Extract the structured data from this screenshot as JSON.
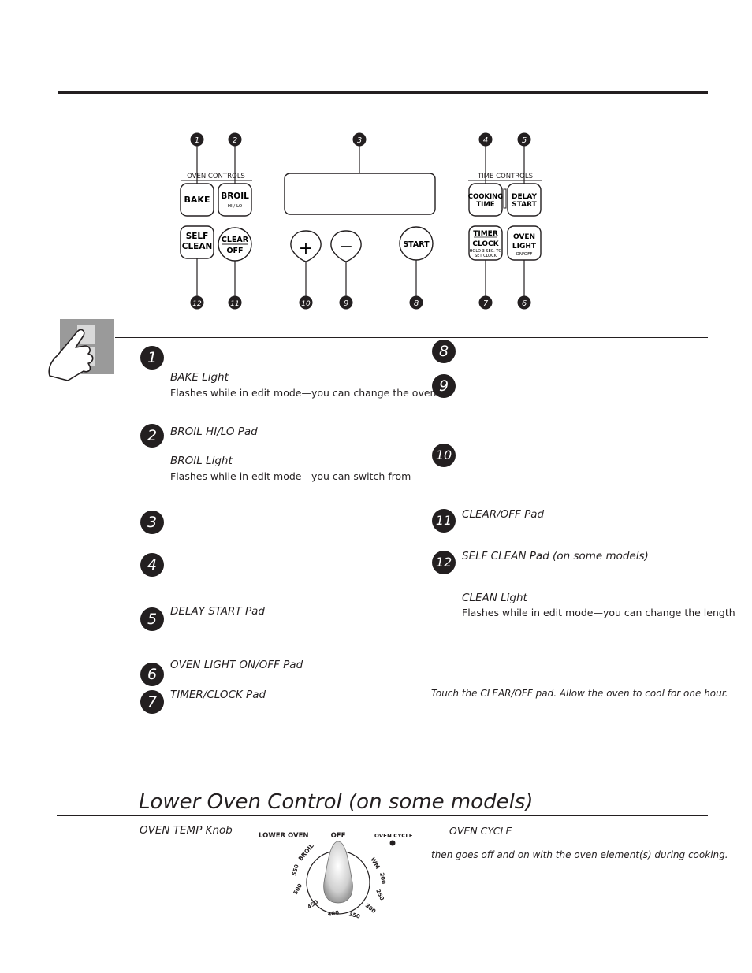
{
  "control_panel": {
    "callouts_top": [
      "1",
      "2",
      "3",
      "4",
      "5"
    ],
    "callouts_bottom": [
      "12",
      "11",
      "10",
      "9",
      "8",
      "7",
      "6"
    ],
    "oven_controls_label": "OVEN CONTROLS",
    "time_controls_label": "TIME CONTROLS",
    "bake": "BAKE",
    "broil": "BROIL",
    "broil_sub": "HI / LO",
    "self": "SELF",
    "clean": "CLEAN",
    "clear": "CLEAR",
    "off": "OFF",
    "plus": "+",
    "minus": "−",
    "start": "START",
    "cooking": "COOKING",
    "time": "TIME",
    "delay": "DELAY",
    "delay_start": "START",
    "timer": "TIMER",
    "clock": "CLOCK",
    "clock_sub1": "HOLD 3 SEC. TO",
    "clock_sub2": "SET CLOCK",
    "oven": "OVEN",
    "light": "LIGHT",
    "light_sub": "ON/OFF"
  },
  "items": {
    "n1": "1",
    "n2": "2",
    "n3": "3",
    "n4": "4",
    "n5": "5",
    "n6": "6",
    "n7": "7",
    "n8": "8",
    "n9": "9",
    "n10": "10",
    "n11": "11",
    "n12": "12",
    "bake_light_title": "BAKE Light",
    "bake_light_text": "Flashes while in edit mode—you can change the oven",
    "broil_pad_title": "BROIL HI/LO Pad",
    "broil_light_title": "BROIL Light",
    "broil_light_text": "Flashes while in edit mode—you can switch from",
    "delay_start_title": "DELAY START Pad",
    "oven_light_title": "OVEN LIGHT ON/OFF Pad",
    "timer_clock_title": "TIMER/CLOCK Pad",
    "clear_off_title": "CLEAR/OFF Pad",
    "self_clean_title": "SELF CLEAN Pad (on some models)",
    "clean_light_title": "CLEAN Light",
    "clean_light_text": "Flashes while in edit mode—you can change the length",
    "clear_note": "Touch the CLEAR/OFF pad. Allow the oven to cool for one hour."
  },
  "lower_oven": {
    "heading": "Lower Oven Control (on some models)",
    "knob_title": "OVEN TEMP Knob",
    "cycle_title": "OVEN CYCLE",
    "cycle_text": "then goes off and on with the oven element(s) during cooking.",
    "dial_label": "LOWER OVEN",
    "dial_off": "OFF",
    "dial_cycle": "OVEN CYCLE",
    "dial_broil": "BROIL",
    "dial_wm": "WM",
    "dial_ticks": [
      "550",
      "500",
      "450",
      "400",
      "350",
      "300",
      "250",
      "200"
    ]
  }
}
